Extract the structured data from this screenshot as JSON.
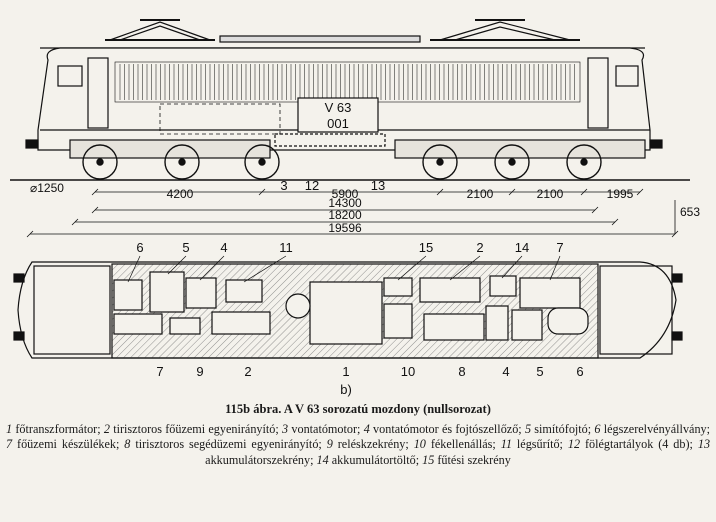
{
  "side_view": {
    "number_plate": [
      "V 63",
      "001"
    ],
    "wheel_diameter": "⌀1250",
    "dimensions": [
      "4200",
      "5900",
      "2100",
      "2100",
      "1995",
      "14300",
      "18200",
      "19596",
      "653"
    ],
    "callouts": [
      "3",
      "12",
      "13"
    ]
  },
  "plan_view": {
    "top_labels": [
      "6",
      "5",
      "4",
      "11",
      "15",
      "2",
      "14",
      "7"
    ],
    "bottom_labels": [
      "7",
      "9",
      "2",
      "1",
      "10",
      "8",
      "4",
      "5",
      "6"
    ],
    "subfigure_label": "b)"
  },
  "caption": {
    "title_num": "115b ábra.",
    "title_text": "A V 63 sorozatú mozdony (nullsorozat)",
    "legend": [
      {
        "n": "1",
        "t": "főtranszformátor;"
      },
      {
        "n": "2",
        "t": "tirisztoros főüzemi egyenirányító;"
      },
      {
        "n": "3",
        "t": "vontatómotor;"
      },
      {
        "n": "4",
        "t": "vontatómotor és fojtószellőző;"
      },
      {
        "n": "5",
        "t": "simítófojtó;"
      },
      {
        "n": "6",
        "t": "légszerelvényállvány;"
      },
      {
        "n": "7",
        "t": "főüzemi készülékek;"
      },
      {
        "n": "8",
        "t": "tirisztoros segédüzemi egyenirányító;"
      },
      {
        "n": "9",
        "t": "reléskzekrény;"
      },
      {
        "n": "10",
        "t": "fékellenállás;"
      },
      {
        "n": "11",
        "t": "légsűrítő;"
      },
      {
        "n": "12",
        "t": "fölégtartályok (4 db);"
      },
      {
        "n": "13",
        "t": "akkumulátorszekrény;"
      },
      {
        "n": "14",
        "t": "akkumulátortöltő;"
      },
      {
        "n": "15",
        "t": "fűtési szekrény"
      }
    ]
  }
}
